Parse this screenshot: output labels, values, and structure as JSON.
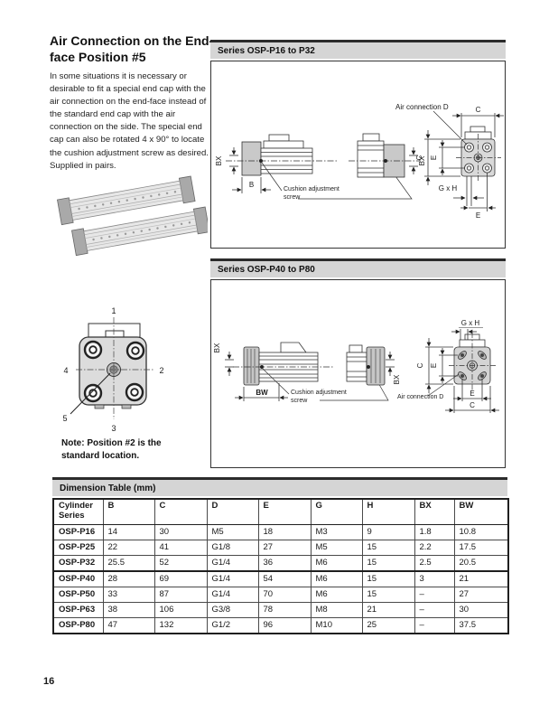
{
  "page": {
    "number": "16"
  },
  "intro": {
    "title": "Air Connection on the End-face Position #5",
    "body": "In some situations it is necessary or desirable to fit a special end cap with the air connection on the end-face instead of the standard end cap with the air connection on the side. The special end cap can also be rotated 4 x 90° to locate the cushion adjustment screw as desired. Supplied in pairs.",
    "note": "Note: Position #2 is the standard location."
  },
  "series_p16": {
    "header": "Series OSP-P16 to P32",
    "labels": {
      "air_connection": "Air connection D",
      "cushion_line1": "Cushion adjustment",
      "cushion_line2": "screw",
      "b": "B",
      "bx": "BX",
      "c": "C",
      "e": "E",
      "gxh": "G x H"
    }
  },
  "series_p40": {
    "header": "Series OSP-P40 to P80",
    "labels": {
      "air_connection": "Air connection D",
      "cushion_line1": "Cushion adjustment",
      "cushion_line2": "screw",
      "bw": "BW",
      "bx": "BX",
      "c": "C",
      "e": "E",
      "gxh": "G x H"
    }
  },
  "position_diagram": {
    "p1": "1",
    "p2": "2",
    "p3": "3",
    "p4": "4",
    "p5": "5"
  },
  "dimension_table": {
    "title": "Dimension Table (mm)",
    "columns": [
      "Cylinder Series",
      "B",
      "C",
      "D",
      "E",
      "G",
      "H",
      "BX",
      "BW"
    ],
    "rows": [
      [
        "OSP-P16",
        "14",
        "30",
        "M5",
        "18",
        "M3",
        "9",
        "1.8",
        "10.8"
      ],
      [
        "OSP-P25",
        "22",
        "41",
        "G1/8",
        "27",
        "M5",
        "15",
        "2.2",
        "17.5"
      ],
      [
        "OSP-P32",
        "25.5",
        "52",
        "G1/4",
        "36",
        "M6",
        "15",
        "2.5",
        "20.5"
      ],
      [
        "OSP-P40",
        "28",
        "69",
        "G1/4",
        "54",
        "M6",
        "15",
        "3",
        "21"
      ],
      [
        "OSP-P50",
        "33",
        "87",
        "G1/4",
        "70",
        "M6",
        "15",
        "–",
        "27"
      ],
      [
        "OSP-P63",
        "38",
        "106",
        "G3/8",
        "78",
        "M8",
        "21",
        "–",
        "30"
      ],
      [
        "OSP-P80",
        "47",
        "132",
        "G1/2",
        "96",
        "M10",
        "25",
        "–",
        "37.5"
      ]
    ]
  },
  "colors": {
    "header_bar": "#d5d5d5",
    "line": "#333333",
    "fill_gray": "#c9c9c9"
  }
}
